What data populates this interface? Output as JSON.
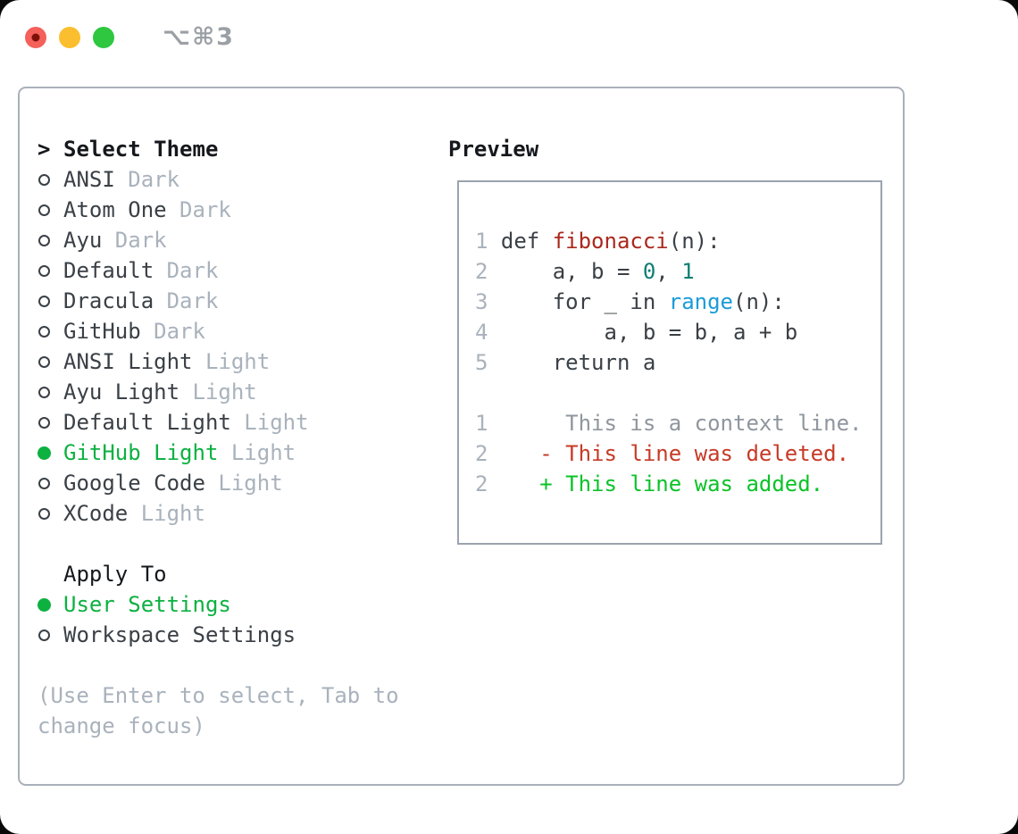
{
  "window": {
    "title_shortcut": "⌥⌘3",
    "traffic_lights": [
      {
        "name": "close-button"
      },
      {
        "name": "minimize-button"
      },
      {
        "name": "maximize-button"
      }
    ]
  },
  "theme_picker": {
    "prompt_char": ">",
    "header": "Select Theme",
    "items": [
      {
        "name": "ANSI",
        "variant": "Dark",
        "selected": false
      },
      {
        "name": "Atom One",
        "variant": "Dark",
        "selected": false
      },
      {
        "name": "Ayu",
        "variant": "Dark",
        "selected": false
      },
      {
        "name": "Default",
        "variant": "Dark",
        "selected": false
      },
      {
        "name": "Dracula",
        "variant": "Dark",
        "selected": false
      },
      {
        "name": "GitHub",
        "variant": "Dark",
        "selected": false
      },
      {
        "name": "ANSI Light",
        "variant": "Light",
        "selected": false
      },
      {
        "name": "Ayu Light",
        "variant": "Light",
        "selected": false
      },
      {
        "name": "Default Light",
        "variant": "Light",
        "selected": false
      },
      {
        "name": "GitHub Light",
        "variant": "Light",
        "selected": true
      },
      {
        "name": "Google Code",
        "variant": "Light",
        "selected": false
      },
      {
        "name": "XCode",
        "variant": "Light",
        "selected": false
      }
    ],
    "apply_to_header": "Apply To",
    "apply_options": [
      {
        "label": "User Settings",
        "selected": true
      },
      {
        "label": "Workspace Settings",
        "selected": false
      }
    ],
    "hint_lines": [
      "(Use Enter to select, Tab to",
      "change focus)"
    ]
  },
  "preview": {
    "header": "Preview",
    "code_lines": [
      {
        "segments": [
          [
            "1",
            "ln"
          ],
          [
            " def ",
            "code"
          ],
          [
            "fibonacci",
            "fn"
          ],
          [
            "(n):",
            "code"
          ]
        ]
      },
      {
        "segments": [
          [
            "2",
            "ln"
          ],
          [
            "     a, b = ",
            "code"
          ],
          [
            "0",
            "const"
          ],
          [
            ", ",
            "code"
          ],
          [
            "1",
            "const"
          ]
        ]
      },
      {
        "segments": [
          [
            "3",
            "ln"
          ],
          [
            "     for _ in ",
            "code"
          ],
          [
            "range",
            "call"
          ],
          [
            "(n):",
            "code"
          ]
        ]
      },
      {
        "segments": [
          [
            "4",
            "ln"
          ],
          [
            "         a, b = b, a + b",
            "code"
          ]
        ]
      },
      {
        "segments": [
          [
            "5",
            "ln"
          ],
          [
            "     return a",
            "code"
          ]
        ]
      },
      {
        "segments": []
      },
      {
        "segments": [
          [
            "1",
            "ln"
          ],
          [
            "      This is a context line.",
            "ctx"
          ]
        ]
      },
      {
        "segments": [
          [
            "2",
            "ln"
          ],
          [
            "    ",
            "code"
          ],
          [
            "- This line was deleted.",
            "del"
          ]
        ]
      },
      {
        "segments": [
          [
            "2",
            "ln"
          ],
          [
            "    ",
            "code"
          ],
          [
            "+ This line was added.",
            "add"
          ]
        ]
      }
    ]
  },
  "colors": {
    "ink_black": "#15181c",
    "ink_dark": "#3a4046",
    "muted": "#a9b2bc",
    "ui_green": "#0cb140",
    "add_green": "#0cc228",
    "del_red": "#c73a26",
    "fn_red": "#aa281c",
    "const_teal": "#0e7e73",
    "call_blue": "#1a9cd8",
    "ctx_gray": "#8f969e",
    "line_num": "#a9b2bc",
    "panel_border": "#a9b0ba",
    "box_border": "#9aa3ae",
    "dot_red": "#f4605a",
    "dot_red_inner": "#7d1109",
    "dot_yellow": "#fbbe2e",
    "dot_green": "#2ec73f",
    "title_gray": "#9ba0a5"
  }
}
